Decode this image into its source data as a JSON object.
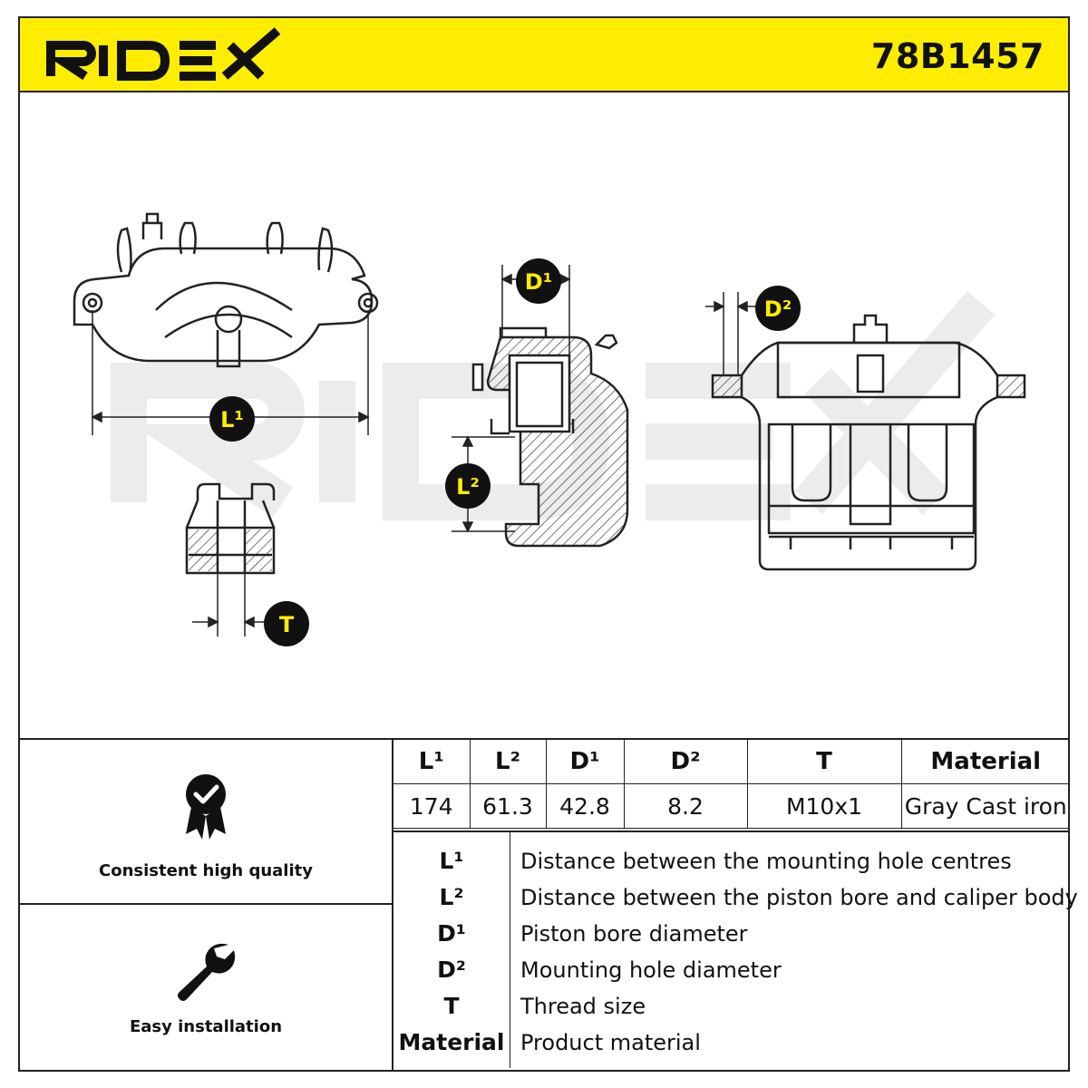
{
  "header": {
    "brand": "RIDEX",
    "part_number": "78B1457",
    "accent_color": "#ffed00"
  },
  "drawing": {
    "watermark": "RIDEX",
    "dimension_labels": {
      "l1": "L¹",
      "l2": "L²",
      "d1": "D¹",
      "d2": "D²",
      "t": "T"
    }
  },
  "features": [
    {
      "icon": "quality-badge-icon",
      "label": "Consistent high quality"
    },
    {
      "icon": "wrench-icon",
      "label": "Easy installation"
    }
  ],
  "specs": {
    "headers": [
      "L¹",
      "L²",
      "D¹",
      "D²",
      "T",
      "Material"
    ],
    "values": [
      "174",
      "61.3",
      "42.8",
      "8.2",
      "M10x1",
      "Gray Cast iron"
    ]
  },
  "legend": [
    {
      "key": "L¹",
      "desc": "Distance between the mounting hole centres"
    },
    {
      "key": "L²",
      "desc": "Distance between the piston bore and caliper body"
    },
    {
      "key": "D¹",
      "desc": "Piston bore diameter"
    },
    {
      "key": "D²",
      "desc": "Mounting hole diameter"
    },
    {
      "key": "T",
      "desc": "Thread size"
    },
    {
      "key": "Material",
      "desc": "Product material"
    }
  ]
}
